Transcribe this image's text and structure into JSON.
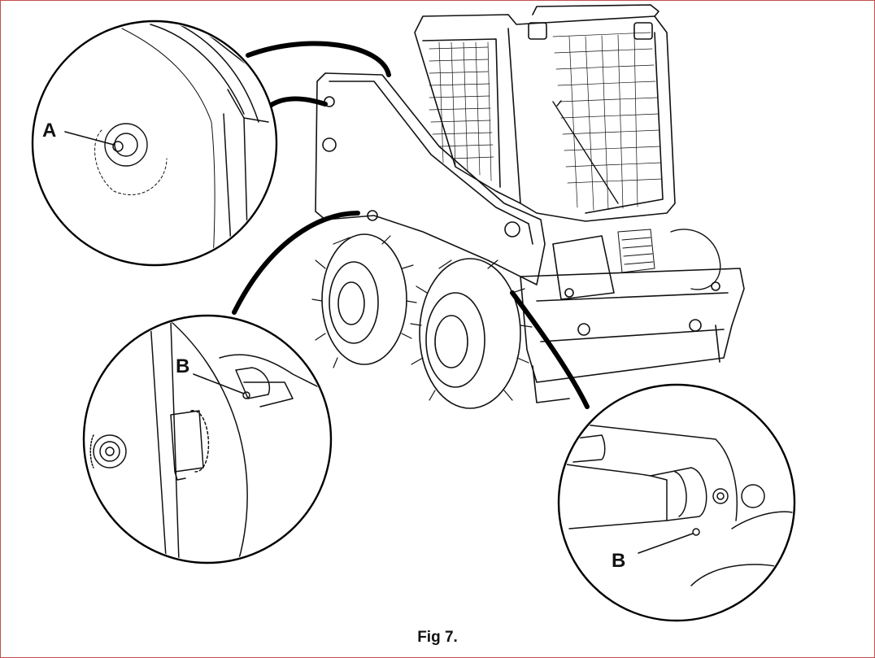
{
  "figure": {
    "caption": "Fig 7."
  },
  "callouts": {
    "a": "A",
    "b_left": "B",
    "b_right": "B"
  },
  "colors": {
    "line": "#111111",
    "frame": "#c0504d",
    "background": "#ffffff"
  }
}
